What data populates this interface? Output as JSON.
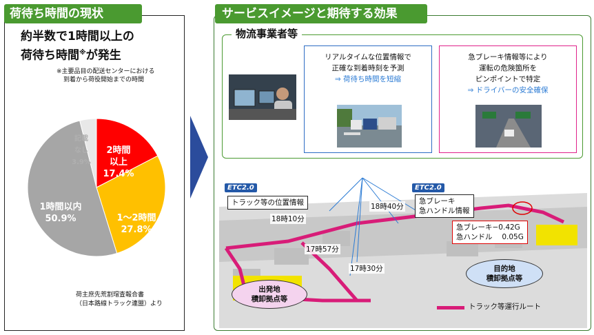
{
  "left": {
    "title": "荷待ち時間の現状",
    "headline_line1": "約半数で1時間以上の",
    "headline_line2": "荷待ち時間",
    "headline_mark": "※",
    "headline_line2_suffix": "が発生",
    "note_line1": "※主要品目の配送センターにおける",
    "note_line2": "到着から荷役開始までの時間",
    "source_line1": "荷主庶先荒割瑁査報合書",
    "source_line2": "（日本路線トラック連盟）より"
  },
  "chart_data": {
    "type": "pie",
    "slices": [
      {
        "label_1": "2時間",
        "label_2": "以上",
        "value_text": "17.4%",
        "value": 17.4,
        "color": "#ff0000"
      },
      {
        "label_1": "1～2時間",
        "label_2": "",
        "value_text": "27.8%",
        "value": 27.8,
        "color": "#ffc000"
      },
      {
        "label_1": "1時間以内",
        "label_2": "",
        "value_text": "50.9%",
        "value": 50.9,
        "color": "#a6a6a6"
      },
      {
        "label_1": "記載",
        "label_2": "なし",
        "value_text": "3.9%",
        "value": 3.9,
        "color": "#e8e8e8"
      }
    ]
  },
  "right": {
    "title": "サービスイメージと期待する効果",
    "biz_label": "物流事業者等",
    "blue_box": {
      "line1": "リアルタイムな位置情報で",
      "line2": "正確な到着時刻を予測",
      "effect": "⇒ 荷待ち時間を短縮"
    },
    "pink_box": {
      "line1": "急ブレーキ情報等により",
      "line2": "運転の危険箇所を",
      "line3": "ピンポイントで特定",
      "effect": "⇒ ドライバーの安全確保"
    }
  },
  "map": {
    "etc_logo": "ETC2.0",
    "position_label": "トラック等の位置情報",
    "brake_label_line1": "急ブレーキ",
    "brake_label_line2": "急ハンドル情報",
    "times": [
      "18時10分",
      "18時40分",
      "17時57分",
      "17時30分"
    ],
    "reading_line1": "急ブレーキ−0.42G",
    "reading_line2": "急ハンドル　 0.05G",
    "origin_line1": "出発地",
    "origin_line2": "積卸拠点等",
    "dest_line1": "目的地",
    "dest_line2": "積卸拠点等",
    "legend": "トラック等運行ルート"
  }
}
